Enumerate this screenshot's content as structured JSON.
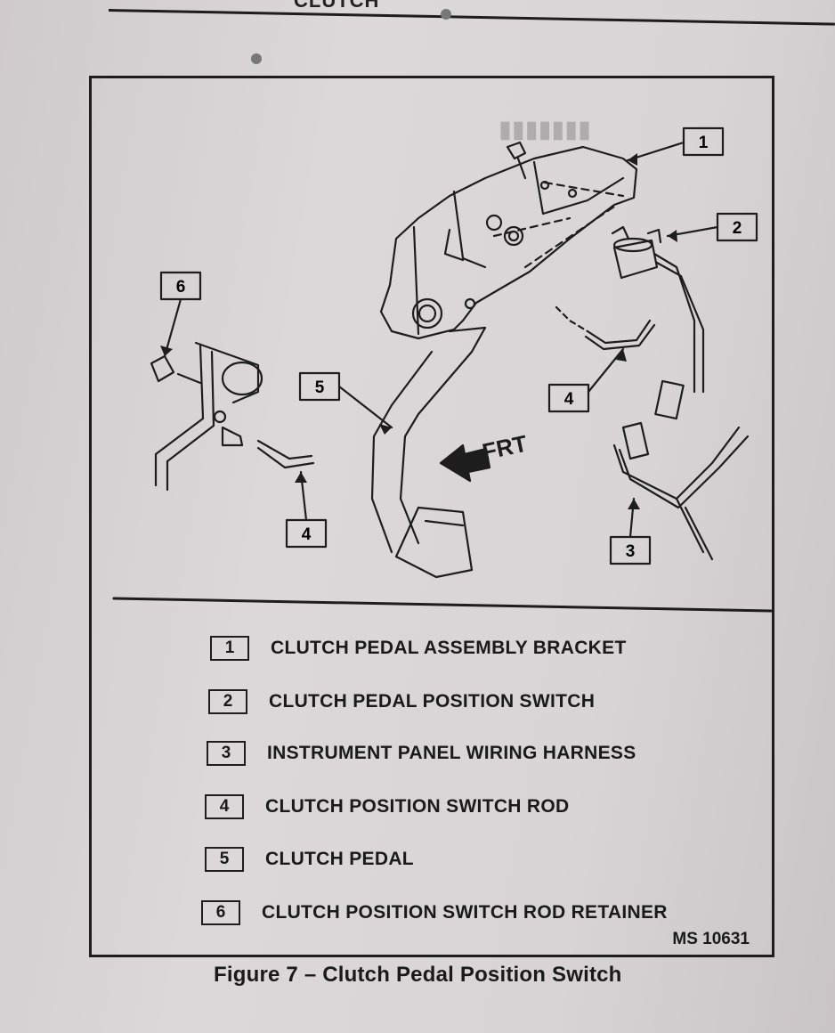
{
  "header": {
    "text": "CLUTCH"
  },
  "diagram": {
    "callouts": [
      "1",
      "2",
      "3",
      "4",
      "4",
      "5",
      "6"
    ],
    "direction_label": "FRT"
  },
  "legend": [
    {
      "number": "1",
      "label": "CLUTCH PEDAL ASSEMBLY BRACKET"
    },
    {
      "number": "2",
      "label": "CLUTCH PEDAL POSITION SWITCH"
    },
    {
      "number": "3",
      "label": "INSTRUMENT PANEL WIRING HARNESS"
    },
    {
      "number": "4",
      "label": "CLUTCH POSITION SWITCH ROD"
    },
    {
      "number": "5",
      "label": "CLUTCH PEDAL"
    },
    {
      "number": "6",
      "label": "CLUTCH POSITION SWITCH ROD RETAINER"
    }
  ],
  "code": "MS 10631",
  "caption": "Figure 7 – Clutch Pedal Position Switch"
}
